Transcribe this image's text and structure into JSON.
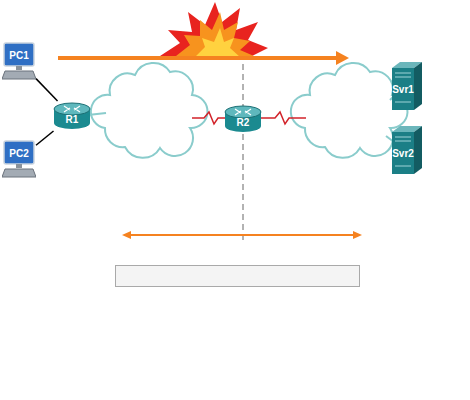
{
  "diagram": {
    "nodes": [
      {
        "text": [
          "PC1"
        ]
      },
      {
        "text": [
          "PC2"
        ]
      },
      {
        "text": [
          "R1"
        ]
      },
      {
        "text": [
          "R2"
        ]
      },
      {
        "text": [
          "Svr1"
        ]
      },
      {
        "text": [
          "Svr2"
        ]
      }
    ],
    "edges": [
      {
        "from": 0,
        "to": 2,
        "arrow": "none"
      },
      {
        "from": 1,
        "to": 2,
        "arrow": "none"
      }
    ]
  }
}
